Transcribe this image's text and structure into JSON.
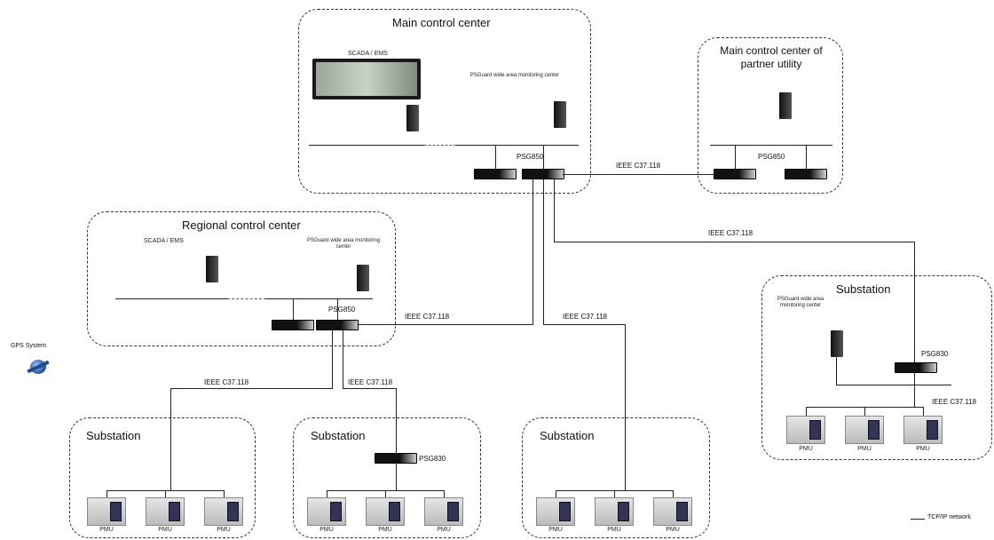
{
  "main_center": {
    "title": "Main control center",
    "scada_label": "SCADA / EMS",
    "psguard_label": "PSGuard wide area monitoring center",
    "psg_label": "PSG850"
  },
  "partner_center": {
    "title": "Main control center of partner utility",
    "psg_label": "PSG850"
  },
  "regional_center": {
    "title": "Regional control center",
    "scada_label": "SCADA / EMS",
    "psguard_label": "PSGuard wide area monitoring center",
    "psg_label": "PSG850"
  },
  "substation_right": {
    "title": "Substation",
    "psguard_label": "PSGuard wide area monitoring center",
    "psg_label": "PSG830",
    "link_label": "IEEE C37.118",
    "pmus": [
      "PMU",
      "PMU",
      "PMU"
    ]
  },
  "substations_bottom": [
    {
      "title": "Substation",
      "pmus": [
        "PMU",
        "PMU",
        "PMU"
      ]
    },
    {
      "title": "Substation",
      "psg_label": "PSG830",
      "pmus": [
        "PMU",
        "PMU",
        "PMU"
      ]
    },
    {
      "title": "Substation",
      "pmus": [
        "PMU",
        "PMU",
        "PMU"
      ]
    }
  ],
  "links": {
    "main_to_partner": "IEEE C37.118",
    "main_to_right_sub": "IEEE C37.118",
    "main_to_regional": "IEEE C37.118",
    "main_to_sub3": "IEEE C37.118",
    "regional_to_sub1": "IEEE C37.118",
    "regional_to_sub2": "IEEE C37.118"
  },
  "gps": {
    "label": "GPS System"
  },
  "legend": {
    "label": "TCP/IP network"
  }
}
